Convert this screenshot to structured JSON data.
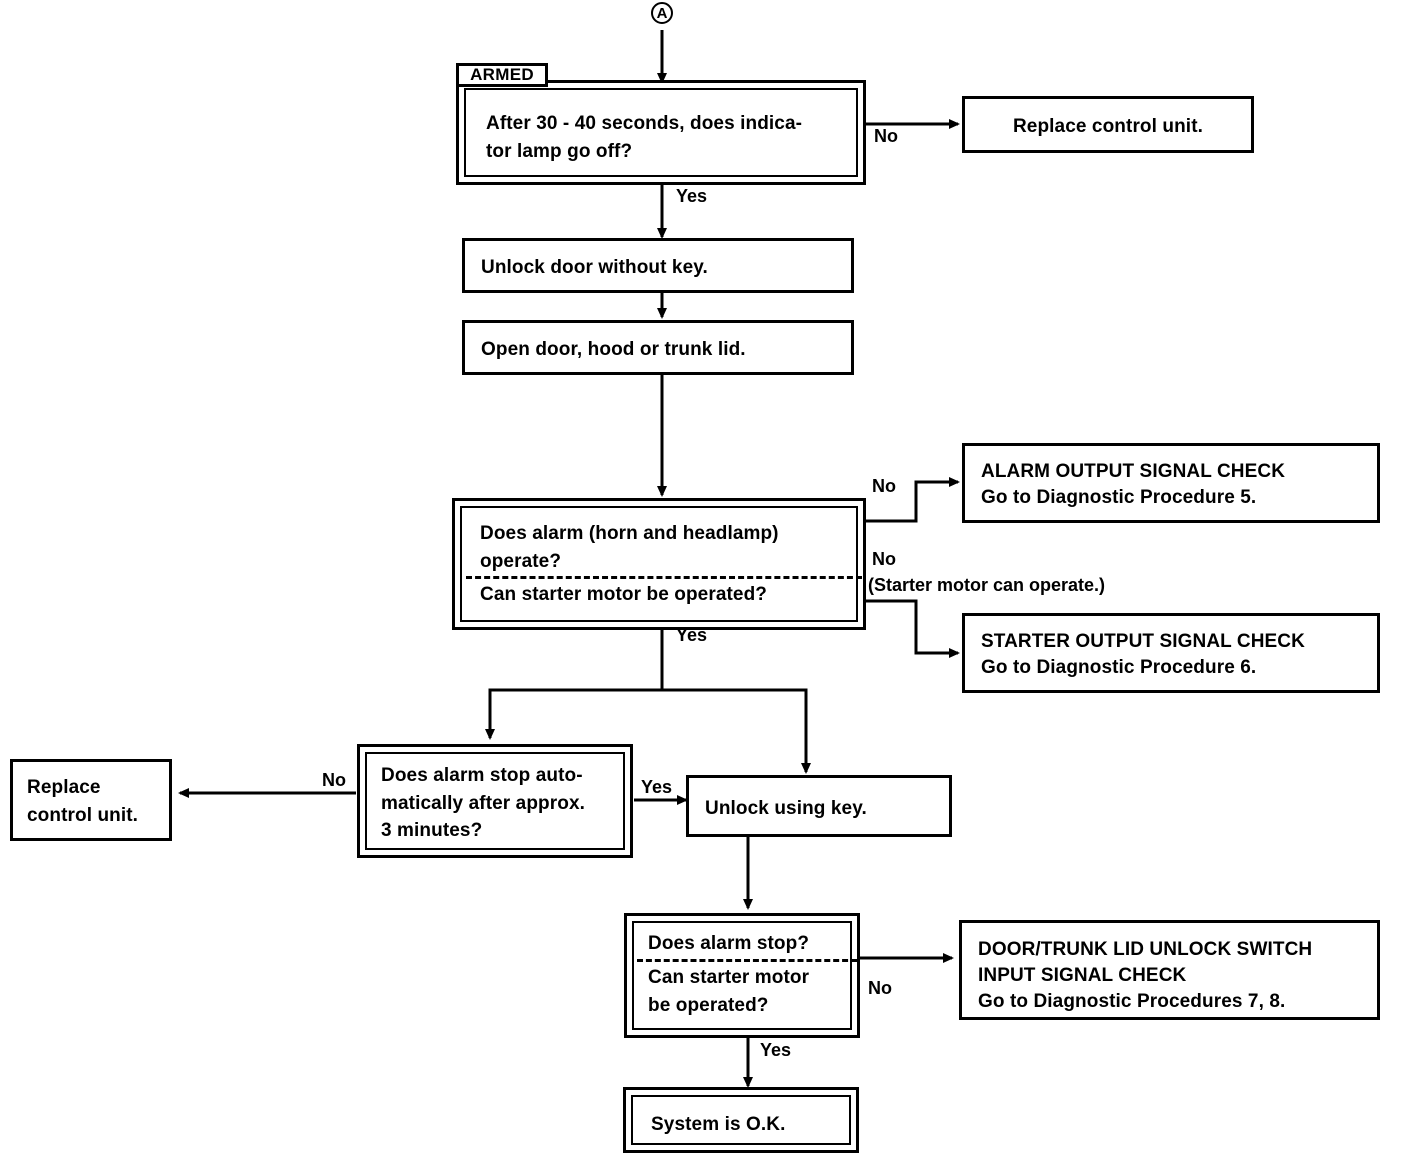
{
  "diagram": {
    "title": "ARMED diagnostic flow chart",
    "connector_in": "A",
    "armed_tag": "ARMED",
    "nodes": {
      "indicator_check": "After 30 - 40 seconds, does indica-\ntor lamp go off?",
      "replace_control_unit_top": "Replace control unit.",
      "unlock_door": "Unlock door without key.",
      "open_door": "Open door, hood or trunk lid.",
      "alarm_check_line1": "Does alarm (horn and headlamp)\noperate?",
      "alarm_check_line2": "Can starter motor be operated?",
      "alarm_output_check_title": "ALARM OUTPUT SIGNAL CHECK",
      "alarm_output_check_sub": "Go to Diagnostic Procedure 5.",
      "starter_output_check_title": "STARTER OUTPUT SIGNAL CHECK",
      "starter_output_check_sub": "Go to Diagnostic Procedure 6.",
      "replace_control_unit_left": "Replace\ncontrol unit.",
      "alarm_stop_auto": "Does alarm stop auto-\nmatically after approx.\n3 minutes?",
      "unlock_using_key": "Unlock using key.",
      "alarm_stop_q": "Does alarm stop?",
      "starter_motor_q": "Can starter motor\nbe operated?",
      "door_trunk_title_1": "DOOR/TRUNK LID UNLOCK SWITCH",
      "door_trunk_title_2": "INPUT SIGNAL CHECK",
      "door_trunk_sub": "Go to Diagnostic Procedures 7, 8.",
      "system_ok": "System is O.K."
    },
    "edge_labels": {
      "no_indicator": "No",
      "yes_indicator": "Yes",
      "no_alarm": "No",
      "no_starter": "No",
      "no_starter_note": "(Starter motor can operate.)",
      "yes_alarm": "Yes",
      "no_alarm_stop_auto": "No",
      "yes_alarm_stop_auto": "Yes",
      "no_door_trunk": "No",
      "yes_system_ok": "Yes"
    },
    "colors": {
      "stroke": "#000000",
      "fill": "#ffffff"
    }
  }
}
